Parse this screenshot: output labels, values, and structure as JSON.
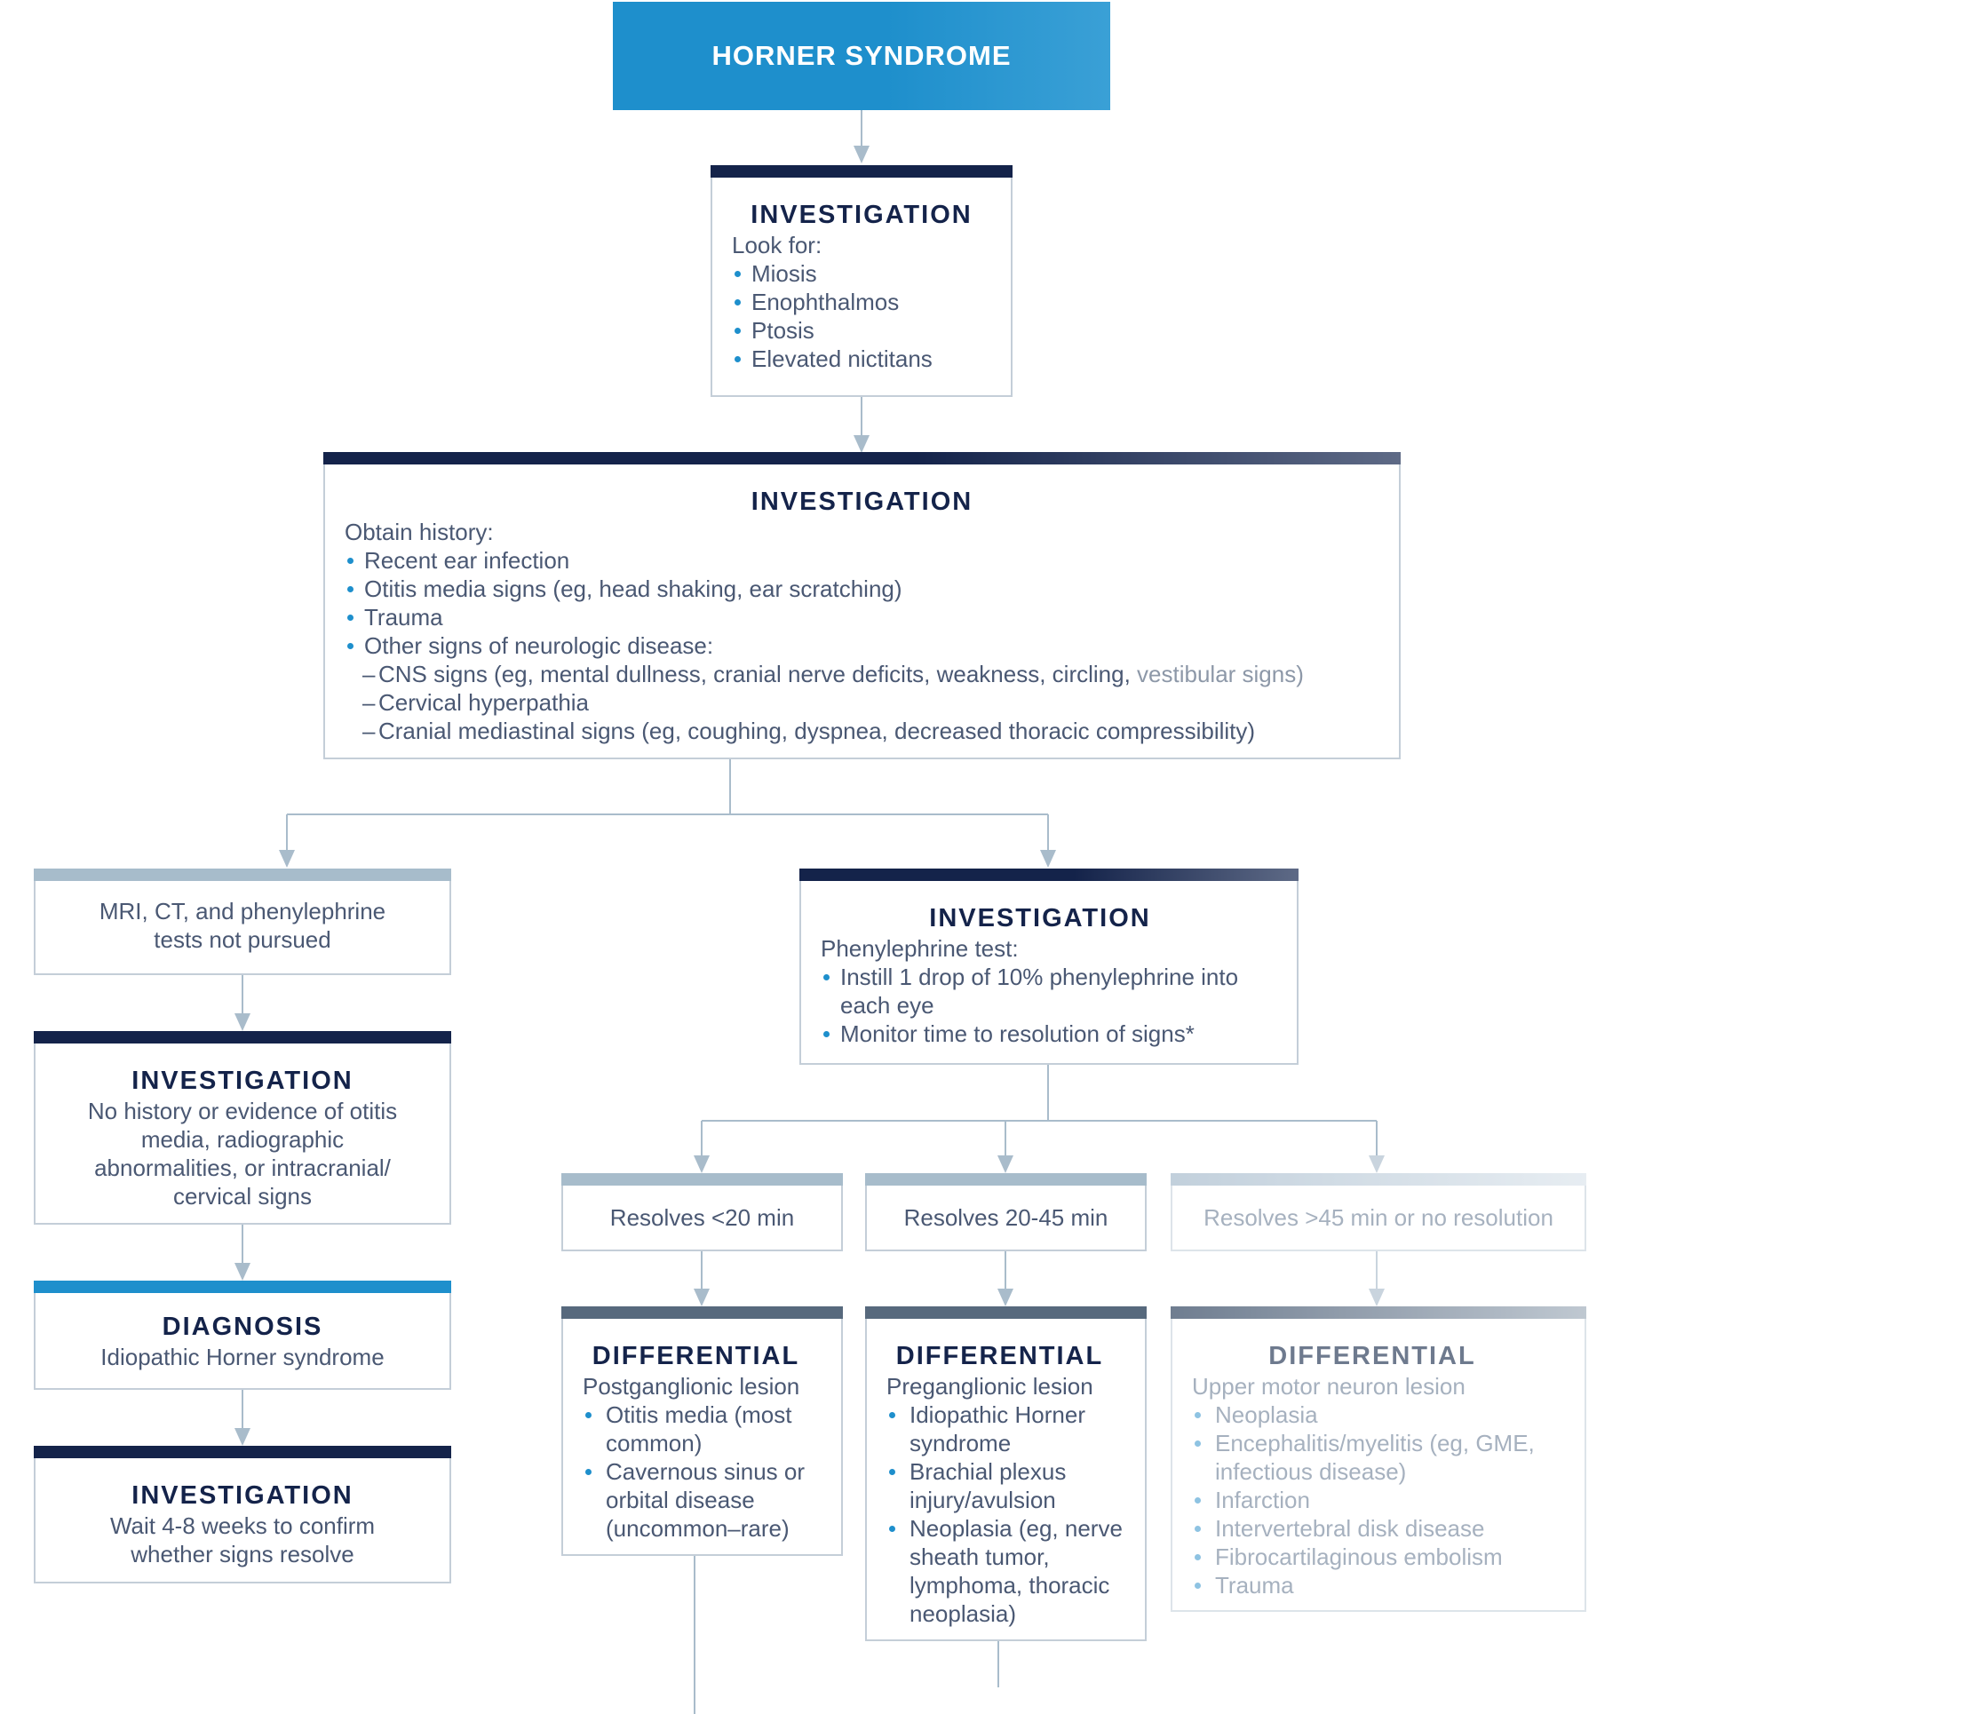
{
  "title": "HORNER SYNDROME",
  "investigation1": {
    "heading": "INVESTIGATION",
    "intro": "Look for:",
    "items": [
      "Miosis",
      "Enophthalmos",
      "Ptosis",
      "Elevated nictitans"
    ]
  },
  "investigation2": {
    "heading": "INVESTIGATION",
    "intro": "Obtain history:",
    "items": [
      "Recent ear infection",
      "Otitis media signs (eg, head shaking, ear scratching)",
      "Trauma",
      "Other signs of neurologic disease:"
    ],
    "subitems": [
      {
        "main": "CNS signs (eg, mental dullness, cranial nerve deficits, weakness, circling, ",
        "tail": "vestibular signs)"
      },
      {
        "main": "Cervical hyperpathia",
        "tail": ""
      },
      {
        "main": "Cranial mediastinal signs (eg, coughing, dyspnea, decreased thoracic compressibility)",
        "tail": ""
      }
    ]
  },
  "left_branch": {
    "not_pursued": "MRI, CT, and phenylephrine tests not pursued",
    "investigation": {
      "heading": "INVESTIGATION",
      "text": "No history or evidence of otitis media, radiographic abnormalities, or intracranial/ cervical signs"
    },
    "diagnosis": {
      "heading": "DIAGNOSIS",
      "text": "Idiopathic Horner syndrome"
    },
    "investigation_wait": {
      "heading": "INVESTIGATION",
      "text": "Wait 4-8 weeks to confirm whether signs resolve"
    }
  },
  "phenylephrine": {
    "heading": "INVESTIGATION",
    "intro": "Phenylephrine test:",
    "items": [
      "Instill 1 drop of 10% phenylephrine into each eye",
      "Monitor time to resolution of signs*"
    ]
  },
  "resolves": [
    "Resolves <20 min",
    "Resolves 20-45 min",
    "Resolves >45 min or no resolution"
  ],
  "differentials": [
    {
      "heading": "DIFFERENTIAL",
      "intro": "Postganglionic lesion",
      "items": [
        "Otitis media (most common)",
        "Cavernous sinus or orbital disease (uncommon–rare)"
      ]
    },
    {
      "heading": "DIFFERENTIAL",
      "intro": "Preganglionic lesion",
      "items": [
        "Idiopathic Horner syndrome",
        "Brachial plexus injury/avulsion",
        "Neoplasia (eg, nerve sheath tumor, lymphoma, thoracic neoplasia)"
      ]
    },
    {
      "heading": "DIFFERENTIAL",
      "intro": "Upper motor neuron lesion",
      "items": [
        "Neoplasia",
        "Encephalitis/myelitis (eg, GME, infectious disease)",
        "Infarction",
        "Intervertebral disk disease",
        "Fibrocartilaginous embolism",
        "Trauma"
      ]
    }
  ],
  "colors": {
    "navy": "#14234a",
    "blue": "#1e8fcc",
    "connector": "#a9bccb",
    "text": "#4a5873"
  }
}
